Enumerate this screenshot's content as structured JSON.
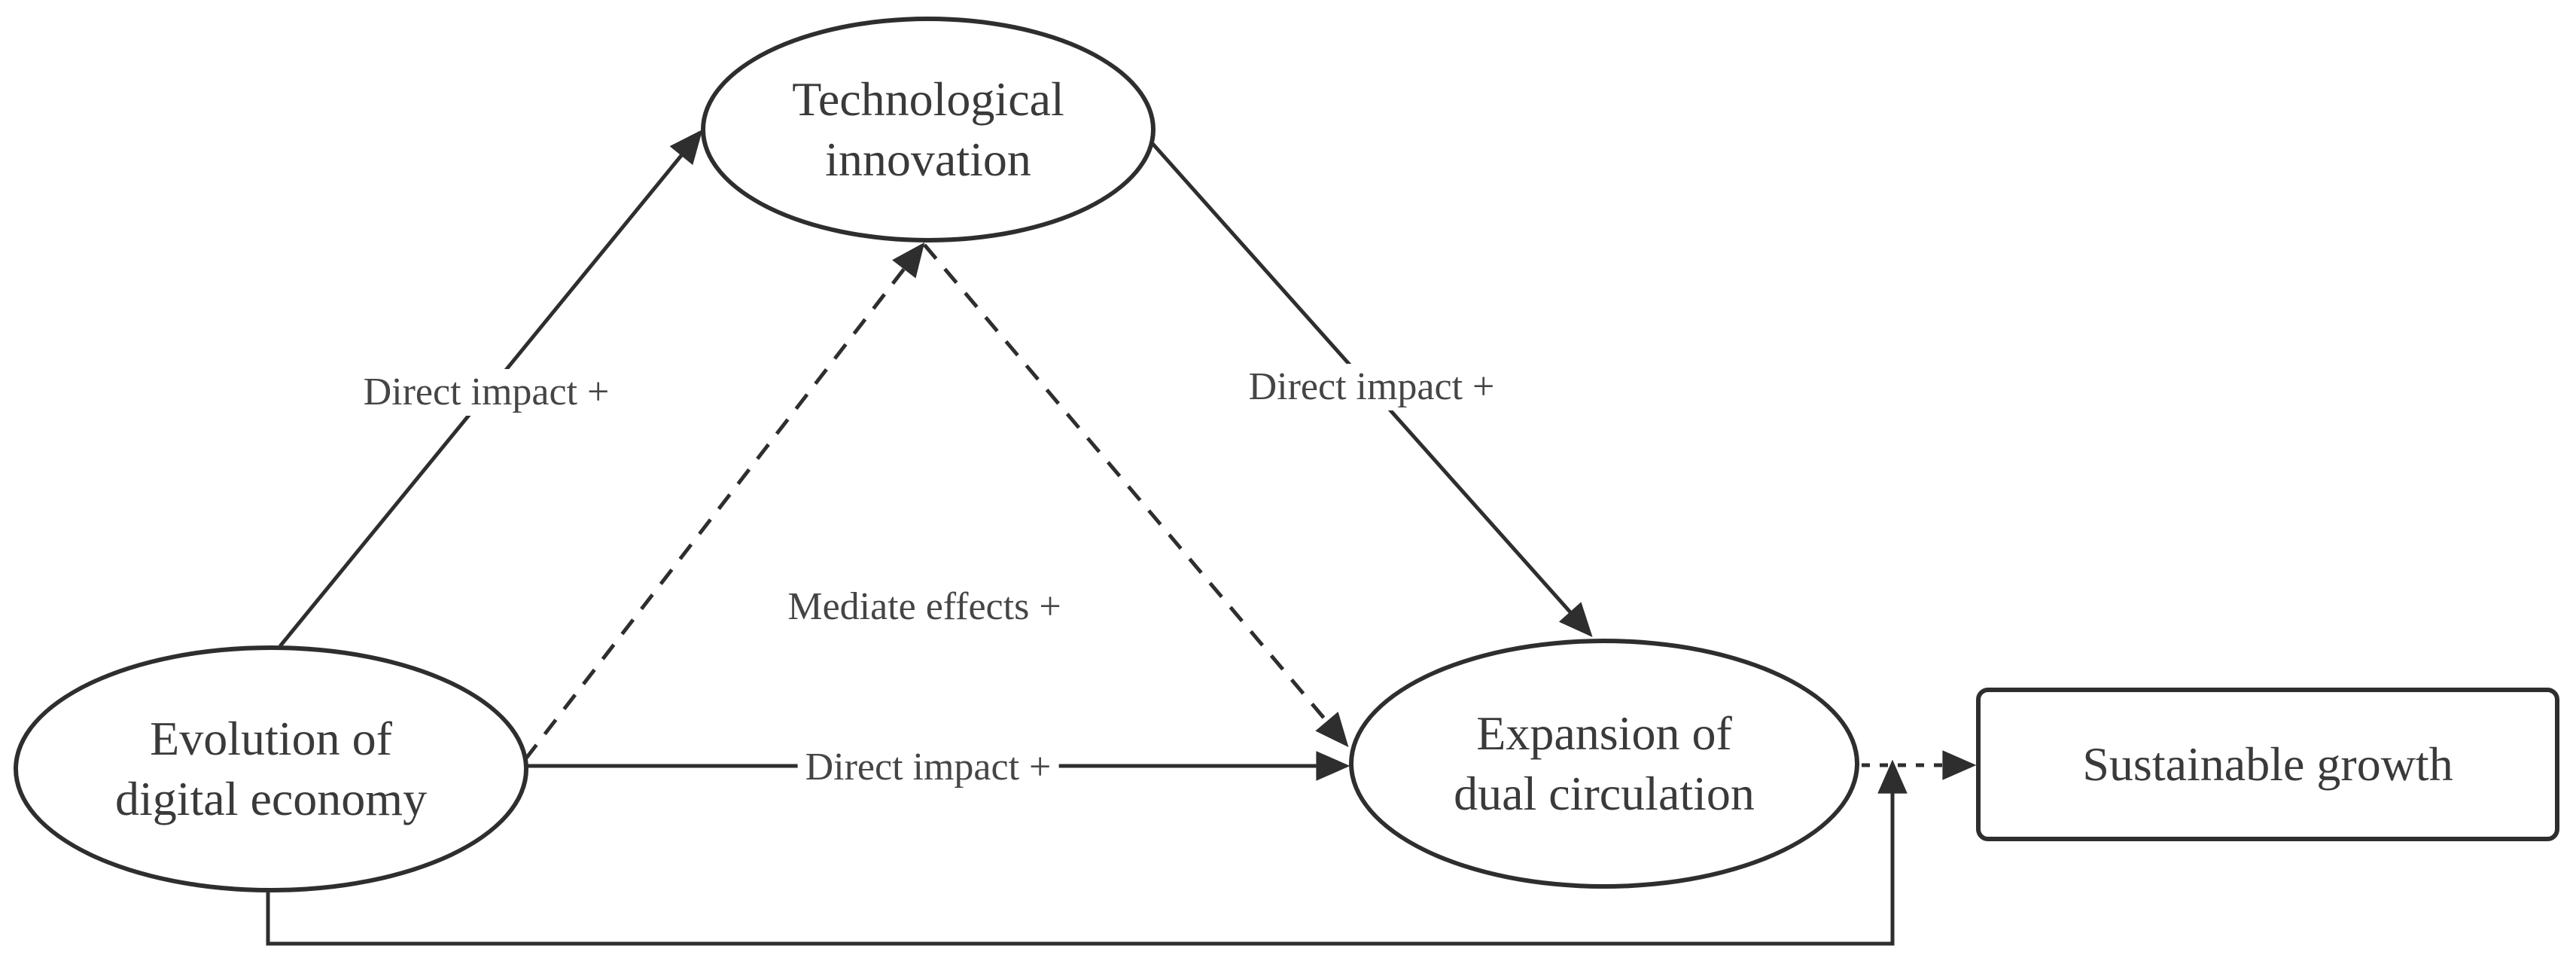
{
  "diagram": {
    "background_color": "#ffffff",
    "line_color": "#2e2e2e",
    "text_color": "#3a3a3a",
    "nodes": {
      "technological_innovation": {
        "shape": "ellipse",
        "lines": [
          "Technological",
          "innovation"
        ]
      },
      "evolution_digital_economy": {
        "shape": "ellipse",
        "lines": [
          "Evolution of",
          "digital economy"
        ]
      },
      "expansion_dual_circulation": {
        "shape": "ellipse",
        "lines": [
          "Expansion of",
          "dual circulation"
        ]
      },
      "sustainable_growth": {
        "shape": "rounded-rectangle",
        "label": "Sustainable growth"
      }
    },
    "edges": [
      {
        "from": "evolution_digital_economy",
        "to": "technological_innovation",
        "style": "solid-arrow",
        "label": "Direct impact +"
      },
      {
        "from": "technological_innovation",
        "to": "expansion_dual_circulation",
        "style": "solid-arrow",
        "label": "Direct impact +"
      },
      {
        "from": "evolution_digital_economy",
        "to": "expansion_dual_circulation",
        "style": "solid-arrow",
        "label": "Direct impact +"
      },
      {
        "from": "evolution_digital_economy",
        "to": "expansion_dual_circulation",
        "via": "technological_innovation",
        "style": "dashed-arrow",
        "label": "Mediate effects +"
      },
      {
        "from": "expansion_dual_circulation",
        "to": "sustainable_growth",
        "style": "dotted-arrow"
      },
      {
        "from": "evolution_digital_economy",
        "to": "expansion_dual_circulation",
        "style": "solid-elbow-arrow"
      }
    ]
  }
}
